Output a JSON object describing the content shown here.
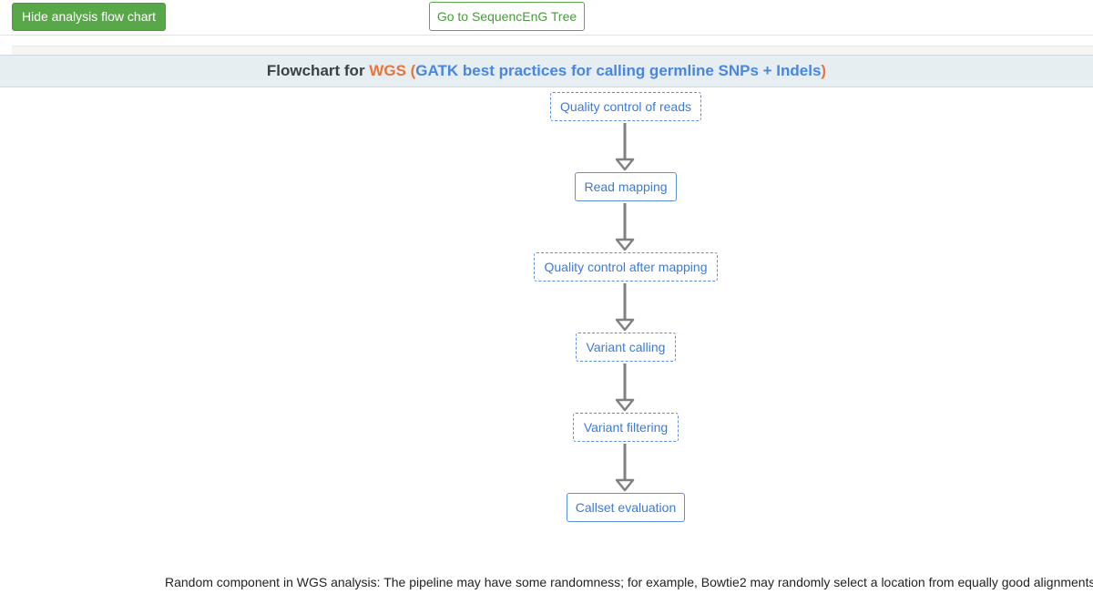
{
  "toolbar": {
    "hide_button_label": "Hide analysis flow chart",
    "tree_button_label": "Go to SequencEnG Tree"
  },
  "title": {
    "prefix": "Flowchart for ",
    "analysis": "WGS",
    "paren_open": " (",
    "description": "GATK best practices for calling germline SNPs + Indels",
    "paren_close": ")"
  },
  "flowchart": {
    "nodes": [
      {
        "label": "Quality control of reads",
        "style": "dashed"
      },
      {
        "label": "Read mapping",
        "style": "solid"
      },
      {
        "label": "Quality control after mapping",
        "style": "dashed"
      },
      {
        "label": "Variant calling",
        "style": "dashed"
      },
      {
        "label": "Variant filtering",
        "style": "dashed"
      },
      {
        "label": "Callset evaluation",
        "style": "solid"
      }
    ]
  },
  "footer": {
    "note": "Random component in WGS analysis: The pipeline may have some randomness; for example, Bowtie2 may randomly select a location from equally good alignments."
  },
  "colors": {
    "primary_green": "#58a84a",
    "link_blue": "#3b7bdc",
    "accent_orange": "#e8743b"
  }
}
